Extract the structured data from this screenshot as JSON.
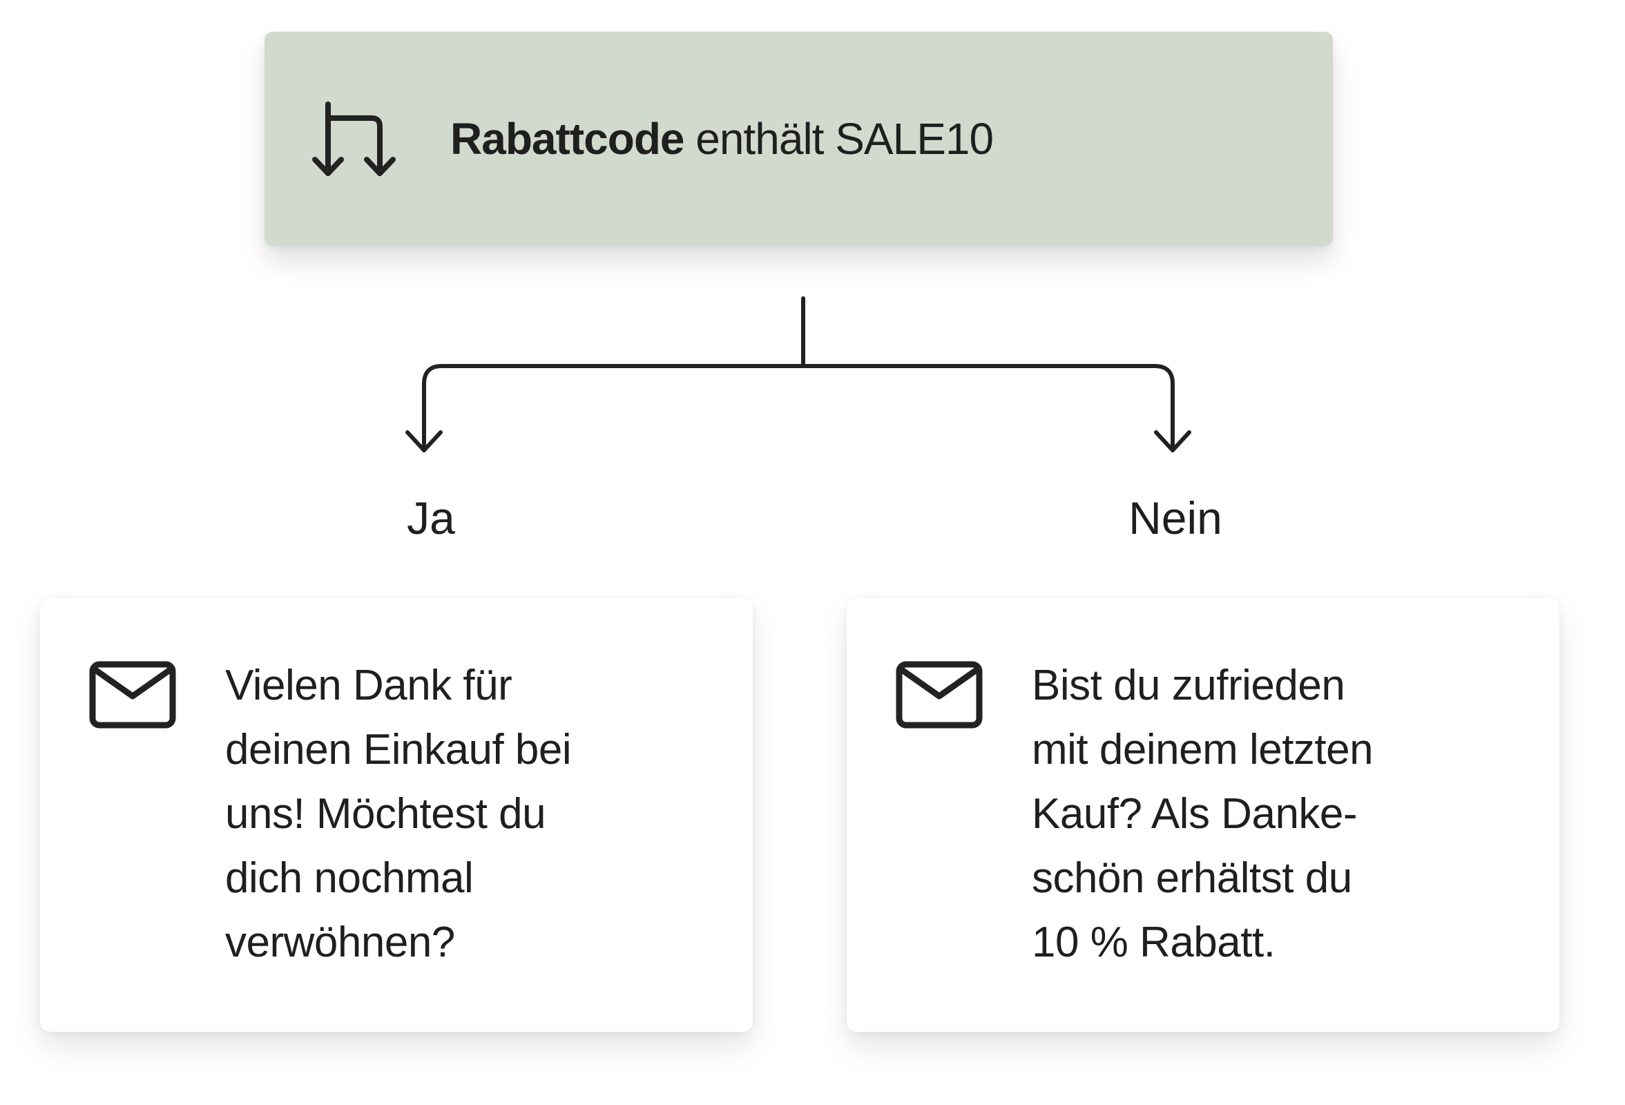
{
  "condition": {
    "icon": "split-arrows-icon",
    "field": "Rabattcode",
    "rest": " enthält SALE10"
  },
  "branches": {
    "yes_label": "Ja",
    "no_label": "Nein"
  },
  "emails": {
    "yes": {
      "icon": "mail-icon",
      "lines": [
        "Vielen Dank für",
        "deinen Einkauf bei",
        "uns! Möchtest du",
        "dich nochmal",
        "verwöhnen?"
      ]
    },
    "no": {
      "icon": "mail-icon",
      "lines": [
        "Bist du zufrieden",
        "mit deinem letzten",
        "Kauf? Als Danke-",
        "schön erhältst du",
        "10 % Rabatt."
      ]
    }
  },
  "colors": {
    "condition_bg": "#d2d9cd",
    "card_bg": "#ffffff",
    "stroke": "#222222"
  }
}
